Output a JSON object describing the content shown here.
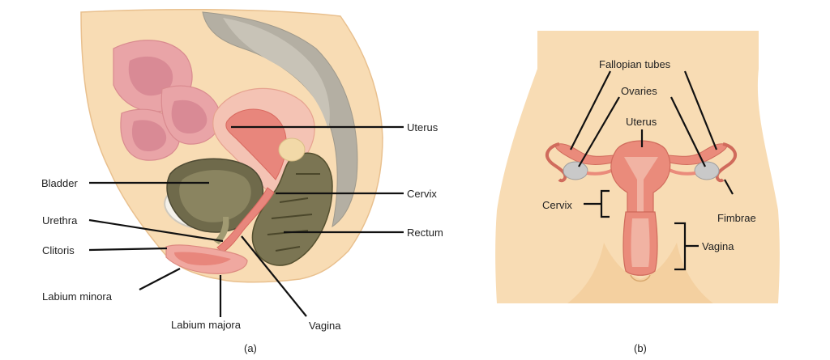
{
  "panel_a": {
    "caption": "(a)",
    "labels": {
      "uterus": "Uterus",
      "cervix": "Cervix",
      "rectum": "Rectum",
      "bladder": "Bladder",
      "urethra": "Urethra",
      "clitoris": "Clitoris",
      "labium_minora": "Labium minora",
      "labium_majora": "Labium majora",
      "vagina": "Vagina"
    }
  },
  "panel_b": {
    "caption": "(b)",
    "labels": {
      "fallopian_tubes": "Fallopian tubes",
      "ovaries": "Ovaries",
      "uterus": "Uterus",
      "cervix": "Cervix",
      "fimbrae": "Fimbrae",
      "vagina": "Vagina"
    }
  },
  "colors": {
    "skin": "#f8dcb4",
    "skin_dark": "#f2c892",
    "organ_pink": "#efa7a0",
    "organ_red": "#e67f78",
    "bladder_olive": "#6f6a4b",
    "rectum_olive": "#7b7553",
    "bone_gray": "#b4afa3",
    "ovary_gray": "#c9c9c9"
  }
}
